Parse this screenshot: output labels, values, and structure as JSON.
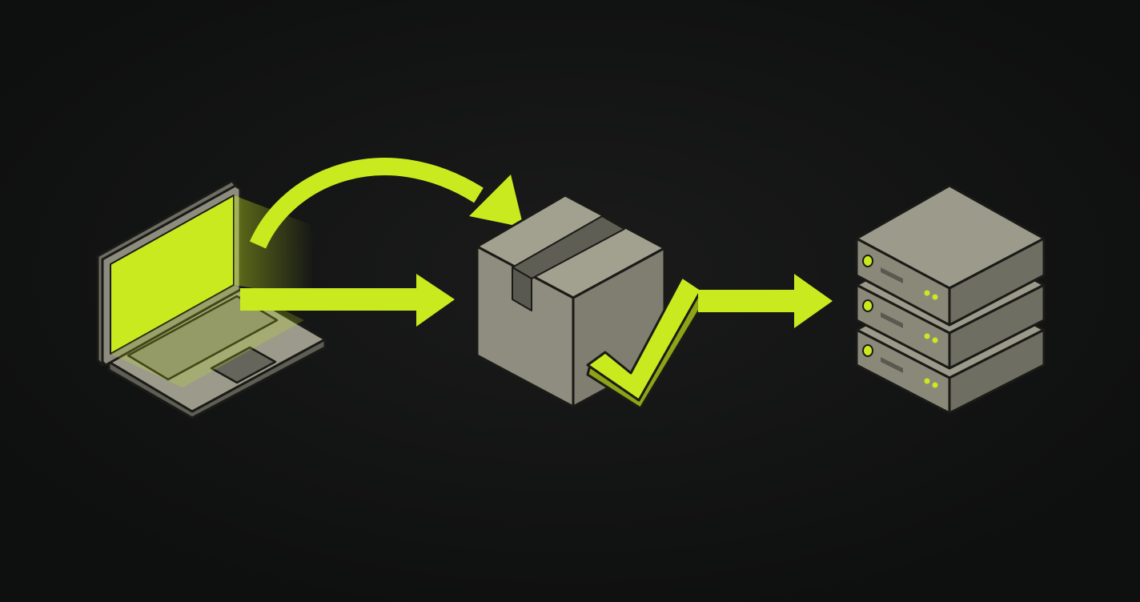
{
  "colors": {
    "background": "#111212",
    "accent": "#c9ea1f",
    "accent_dark": "#9cb518",
    "device_top": "#9c9b8b",
    "device_side": "#807f72",
    "device_dark": "#6b6a60",
    "outline": "#1a1a17"
  },
  "diagram": {
    "nodes": [
      {
        "id": "source",
        "icon": "laptop-icon",
        "label": ""
      },
      {
        "id": "package",
        "icon": "package-box-icon",
        "badge": "checkmark-icon",
        "label": ""
      },
      {
        "id": "destination",
        "icon": "server-stack-icon",
        "label": ""
      }
    ],
    "edges": [
      {
        "from": "source",
        "to": "package",
        "style": "straight-arrow"
      },
      {
        "from": "source",
        "to": "package",
        "style": "curved-arrow"
      },
      {
        "from": "package",
        "to": "destination",
        "style": "straight-arrow"
      }
    ]
  }
}
